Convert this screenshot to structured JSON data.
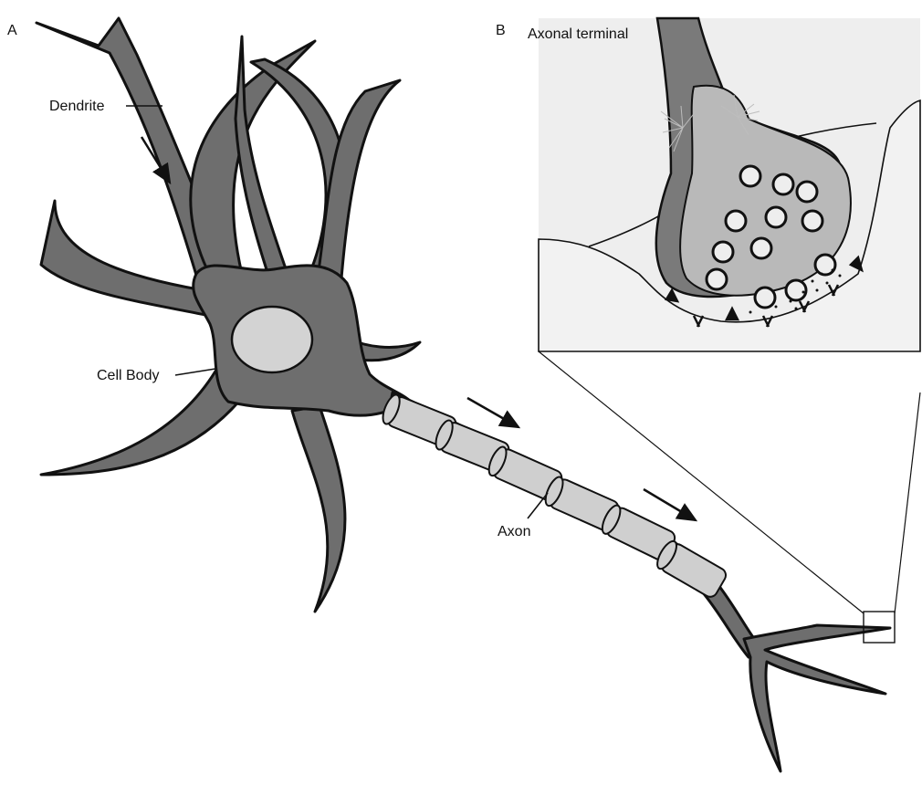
{
  "panels": {
    "a": "A",
    "b": "B"
  },
  "labels": {
    "dendrite": "Dendrite",
    "cell_body": "Cell Body",
    "axon": "Axon",
    "axonal_terminal": "Axonal terminal"
  },
  "colors": {
    "neuron_fill": "#6e6e6e",
    "myelin_fill": "#cfcfcf",
    "nucleus_fill": "#d3d3d3",
    "terminal_fill": "#b9b9b9",
    "inset_background": "#eeeeee",
    "outline": "#111111"
  },
  "icons": [
    "signal-direction-arrow-icon",
    "synaptic-vesicle-icon",
    "receptor-channel-icon"
  ]
}
